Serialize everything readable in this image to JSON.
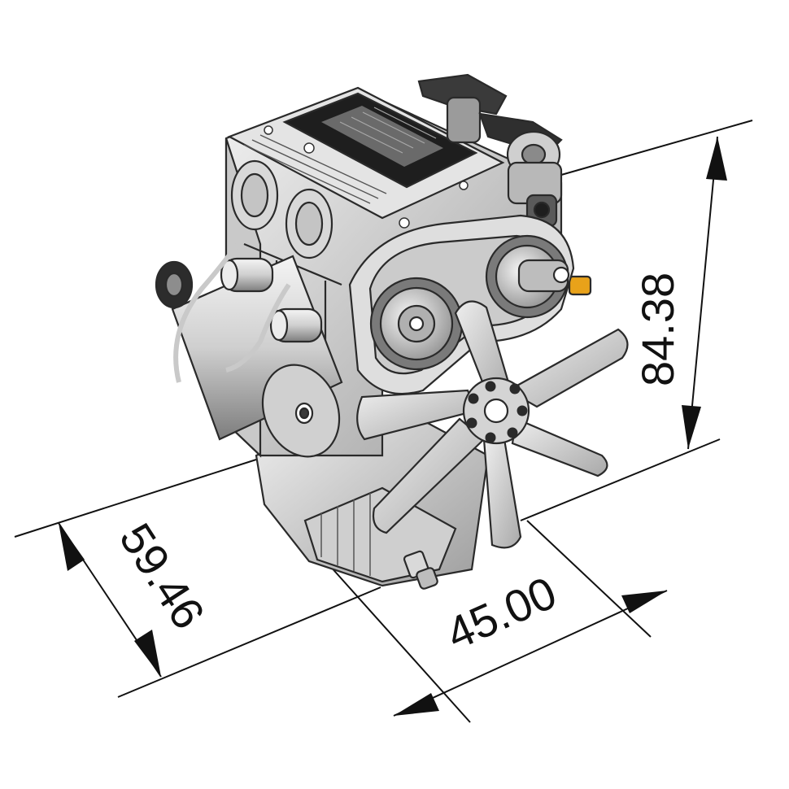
{
  "figure": {
    "subject": "engine-model",
    "colors": {
      "background": "#ffffff",
      "line": "#111111",
      "metal_light": "#e3e3e3",
      "metal_mid": "#bdbdbd",
      "metal_dark": "#5a5a5a",
      "cover_black": "#1e1e1e",
      "accent_orange": "#e8a21a"
    },
    "dimensions": {
      "height": "84.38",
      "depth": "59.46",
      "width": "45.00"
    }
  }
}
